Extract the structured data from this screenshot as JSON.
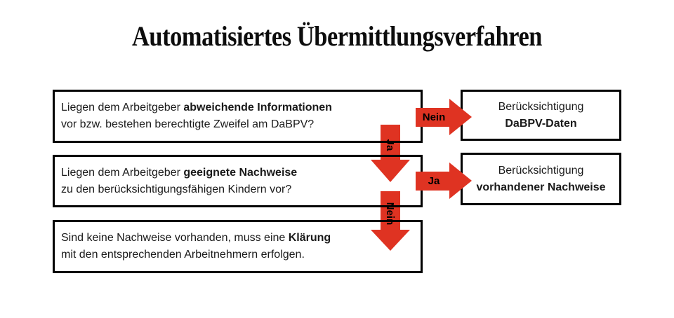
{
  "title": "Automatisiertes Übermittlungsverfahren",
  "colors": {
    "arrow_red": "#DF3322",
    "box_border": "#000000",
    "text": "#1A1A1A",
    "background": "#FFFFFF"
  },
  "flowchart": {
    "question_boxes": [
      {
        "line1_regular": "Liegen dem Arbeitgeber ",
        "line1_bold": "abweichende Informationen",
        "line2": "vor bzw. bestehen berechtigte Zweifel am DaBPV?"
      },
      {
        "line1_regular": "Liegen dem Arbeitgeber ",
        "line1_bold": "geeignete Nachweise",
        "line2": "zu den berücksichtigungsfähigen Kindern vor?"
      },
      {
        "line1_regular": "Sind keine Nachweise vorhanden, muss eine ",
        "line1_bold": "Klärung",
        "line2": "mit den entsprechenden Arbeitnehmern erfolgen."
      }
    ],
    "result_boxes": [
      {
        "line1": "Berücksichtigung",
        "line2_bold": "DaBPV-Daten"
      },
      {
        "line1": "Berücksichtigung",
        "line2_bold": "vorhandener Nachweise"
      }
    ],
    "arrows": [
      {
        "label": "Nein",
        "direction": "right"
      },
      {
        "label": "Ja",
        "direction": "down"
      },
      {
        "label": "Ja",
        "direction": "right"
      },
      {
        "label": "Nein",
        "direction": "down"
      }
    ]
  }
}
